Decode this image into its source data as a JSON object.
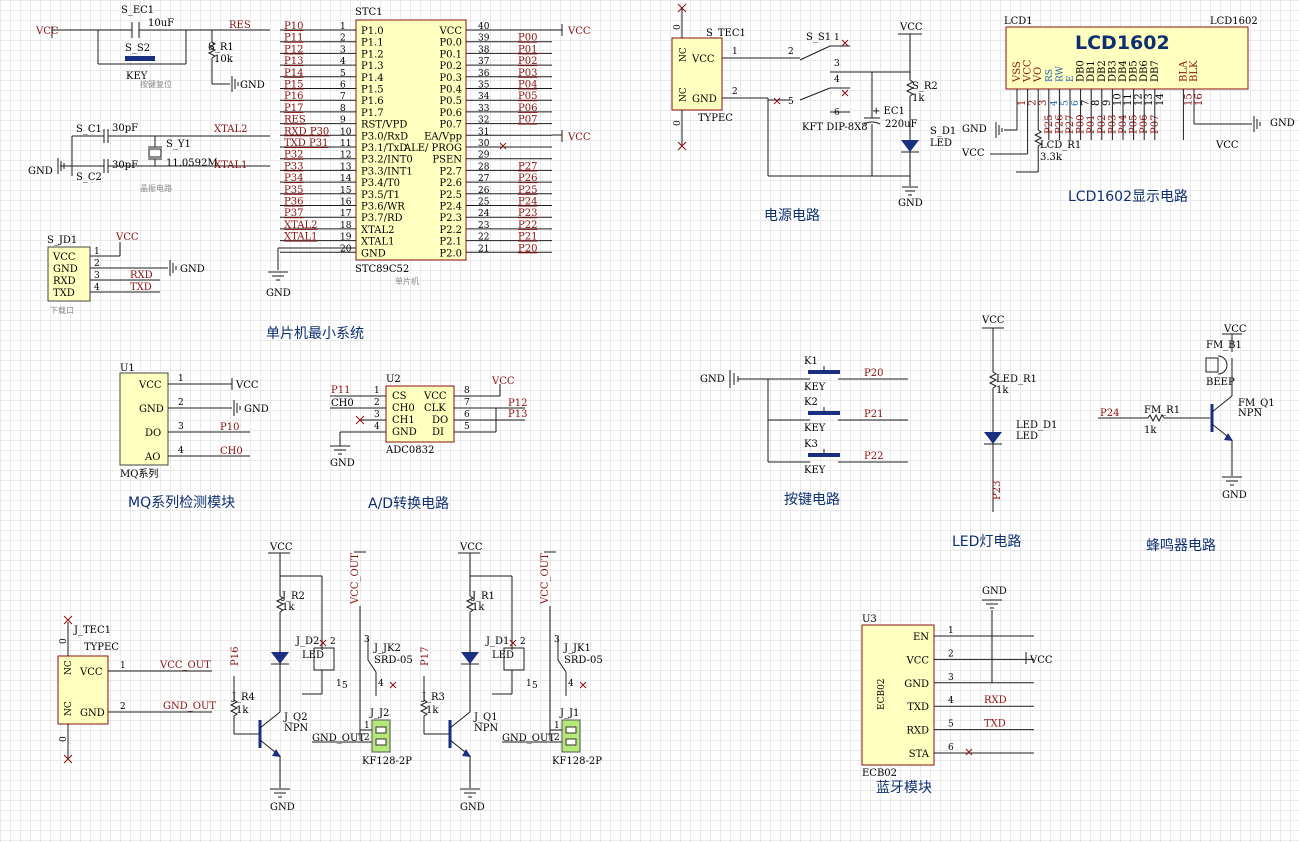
{
  "titles": {
    "mcu": "单片机最小系统",
    "power": "电源电路",
    "lcd": "LCD1602显示电路",
    "mq": "MQ系列检测模块",
    "adc": "A/D转换电路",
    "key": "按键电路",
    "led": "LED灯电路",
    "buzzer": "蜂鸣器电路",
    "bt": "蓝牙模块"
  },
  "reset": {
    "vcc": "VCC",
    "ec1": "S_EC1",
    "ec1_val": "10uF",
    "s2": "S_S2",
    "key": "KEY",
    "res": "RES",
    "r1": "S_R1",
    "r1_val": "10k",
    "gnd": "GND",
    "note": "按键复位"
  },
  "crystal": {
    "c1": "S_C1",
    "c1_val": "30pF",
    "c2": "S_C2",
    "c2_val": "30pF",
    "y1": "S_Y1",
    "y1_val": "11.0592M",
    "xtal2": "XTAL2",
    "xtal1": "XTAL1",
    "gnd": "GND",
    "note": "晶振电路"
  },
  "download": {
    "ref": "S_JD1",
    "pins": [
      "VCC",
      "GND",
      "RXD",
      "TXD"
    ],
    "vcc": "VCC",
    "gnd": "GND",
    "rxd": "RXD",
    "txd": "TXD",
    "note": "下载口"
  },
  "mcu": {
    "ref": "STC1",
    "model": "STC89C52",
    "note": "单片机",
    "gnd": "GND",
    "vcc_top": "VCC",
    "vcc_ea": "VCC",
    "left": [
      {
        "num": "1",
        "name": "P1.0",
        "net": "P10"
      },
      {
        "num": "2",
        "name": "P1.1",
        "net": "P11"
      },
      {
        "num": "3",
        "name": "P1.2",
        "net": "P12"
      },
      {
        "num": "4",
        "name": "P1.3",
        "net": "P13"
      },
      {
        "num": "5",
        "name": "P1.4",
        "net": "P14"
      },
      {
        "num": "6",
        "name": "P1.5",
        "net": "P15"
      },
      {
        "num": "7",
        "name": "P1.6",
        "net": "P16"
      },
      {
        "num": "8",
        "name": "P1.7",
        "net": "P17"
      },
      {
        "num": "9",
        "name": "RST/VPD",
        "net": "RES"
      },
      {
        "num": "10",
        "name": "P3.0/RxD",
        "net": "RXD P30"
      },
      {
        "num": "11",
        "name": "P3.1/TxD",
        "net": "TXD P31"
      },
      {
        "num": "12",
        "name": "P3.2/INT0",
        "net": "P32"
      },
      {
        "num": "13",
        "name": "P3.3/INT1",
        "net": "P33"
      },
      {
        "num": "14",
        "name": "P3.4/T0",
        "net": "P34"
      },
      {
        "num": "15",
        "name": "P3.5/T1",
        "net": "P35"
      },
      {
        "num": "16",
        "name": "P3.6/WR",
        "net": "P36"
      },
      {
        "num": "17",
        "name": "P3.7/RD",
        "net": "P37"
      },
      {
        "num": "18",
        "name": "XTAL2",
        "net": "XTAL2"
      },
      {
        "num": "19",
        "name": "XTAL1",
        "net": "XTAL1"
      },
      {
        "num": "20",
        "name": "GND",
        "net": ""
      }
    ],
    "right": [
      {
        "num": "40",
        "name": "VCC",
        "net": ""
      },
      {
        "num": "39",
        "name": "P0.0",
        "net": "P00"
      },
      {
        "num": "38",
        "name": "P0.1",
        "net": "P01"
      },
      {
        "num": "37",
        "name": "P0.2",
        "net": "P02"
      },
      {
        "num": "36",
        "name": "P0.3",
        "net": "P03"
      },
      {
        "num": "35",
        "name": "P0.4",
        "net": "P04"
      },
      {
        "num": "34",
        "name": "P0.5",
        "net": "P05"
      },
      {
        "num": "33",
        "name": "P0.6",
        "net": "P06"
      },
      {
        "num": "32",
        "name": "P0.7",
        "net": "P07"
      },
      {
        "num": "31",
        "name": "EA/Vpp",
        "net": ""
      },
      {
        "num": "30",
        "name": "ALE/ PROG",
        "net": ""
      },
      {
        "num": "29",
        "name": "PSEN",
        "net": ""
      },
      {
        "num": "28",
        "name": "P2.7",
        "net": "P27"
      },
      {
        "num": "27",
        "name": "P2.6",
        "net": "P26"
      },
      {
        "num": "26",
        "name": "P2.5",
        "net": "P25"
      },
      {
        "num": "25",
        "name": "P2.4",
        "net": "P24"
      },
      {
        "num": "24",
        "name": "P2.3",
        "net": "P23"
      },
      {
        "num": "23",
        "name": "P2.2",
        "net": "P22"
      },
      {
        "num": "22",
        "name": "P2.1",
        "net": "P21"
      },
      {
        "num": "21",
        "name": "P2.0",
        "net": "P20"
      }
    ]
  },
  "power": {
    "ref": "S_TEC1",
    "vcc": "VCC",
    "gnd": "GND",
    "type": "TYPEC",
    "nc": "NC",
    "vcc_out": "VCC",
    "s1": "S_S1",
    "s1_val": "KFT DIP-8X8",
    "ec1": "+ EC1",
    "ec1_val": "220uF",
    "r2": "S_R2",
    "r2_val": "1k",
    "d1": "S_D1",
    "d1_val": "LED",
    "gnd_out": "GND"
  },
  "lcd": {
    "ref": "LCD1",
    "model_small": "LCD1602",
    "title": "LCD1602",
    "gnd": "GND",
    "vcc": "VCC",
    "gnd2": "GND",
    "vcc2": "VCC",
    "r1": "LCD_R1",
    "r1_val": "3.3k",
    "pins": [
      {
        "name": "VSS",
        "num": "1",
        "net": ""
      },
      {
        "name": "VCC",
        "num": "2",
        "net": ""
      },
      {
        "name": "VO",
        "num": "3",
        "net": ""
      },
      {
        "name": "RS",
        "num": "4",
        "net": "P25"
      },
      {
        "name": "RW",
        "num": "5",
        "net": "P26"
      },
      {
        "name": "E",
        "num": "6",
        "net": "P27"
      },
      {
        "name": "DB0",
        "num": "7",
        "net": "P00"
      },
      {
        "name": "DB1",
        "num": "8",
        "net": "P01"
      },
      {
        "name": "DB2",
        "num": "9",
        "net": "P02"
      },
      {
        "name": "DB3",
        "num": "10",
        "net": "P03"
      },
      {
        "name": "DB4",
        "num": "11",
        "net": "P04"
      },
      {
        "name": "DB5",
        "num": "12",
        "net": "P05"
      },
      {
        "name": "DB6",
        "num": "13",
        "net": "P06"
      },
      {
        "name": "DB7",
        "num": "14",
        "net": "P07"
      },
      {
        "name": "BLA",
        "num": "15",
        "net": ""
      },
      {
        "name": "BLK",
        "num": "16",
        "net": ""
      }
    ]
  },
  "mq": {
    "ref": "U1",
    "pins": [
      "VCC",
      "GND",
      "DO",
      "AO"
    ],
    "vcc": "VCC",
    "gnd": "GND",
    "p10": "P10",
    "ch0": "CH0",
    "series": "MQ系列"
  },
  "adc": {
    "ref": "U2",
    "model": "ADC0832",
    "left": [
      "CS",
      "CH0",
      "CH1",
      "GND"
    ],
    "right": [
      "VCC",
      "CLK",
      "DO",
      "DI"
    ],
    "p11": "P11",
    "ch0": "CH0",
    "vcc": "VCC",
    "p12": "P12",
    "p13": "P13",
    "gnd": "GND"
  },
  "keys": {
    "gnd": "GND",
    "items": [
      {
        "ref": "K1",
        "label": "KEY",
        "net": "P20"
      },
      {
        "ref": "K2",
        "label": "KEY",
        "net": "P21"
      },
      {
        "ref": "K3",
        "label": "KEY",
        "net": "P22"
      }
    ]
  },
  "led": {
    "vcc": "VCC",
    "r1": "LED_R1",
    "r1_val": "1k",
    "d1": "LED_D1",
    "d1_val": "LED",
    "p23": "P23"
  },
  "buzzer": {
    "vcc": "VCC",
    "b1": "FM_B1",
    "beep": "BEEP",
    "p24": "P24",
    "r1": "FM_R1",
    "r1_val": "1k",
    "q1": "FM_Q1",
    "q1_type": "NPN",
    "gnd": "GND"
  },
  "relay_power": {
    "ref": "J_TEC1",
    "type": "TYPEC",
    "vcc": "VCC",
    "gnd": "GND",
    "nc": "NC",
    "vcc_out": "VCC_OUT",
    "gnd_out": "GND_OUT"
  },
  "relays": [
    {
      "vcc": "VCC",
      "r_ref": "J_R2",
      "r_val": "1k",
      "d_ref": "J_D2",
      "d_val": "LED",
      "ctrl": "P16",
      "rb_ref": "J_R4",
      "rb_val": "1k",
      "q_ref": "J_Q2",
      "q_type": "NPN",
      "vcc_out": "VCC_OUT",
      "jk_ref": "J_JK2",
      "jk_val": "SRD-05",
      "gnd_out": "GND_OUT",
      "j_ref": "J_J2",
      "j_val": "KF128-2P",
      "gnd": "GND"
    },
    {
      "vcc": "VCC",
      "r_ref": "J_R1",
      "r_val": "1k",
      "d_ref": "J_D1",
      "d_val": "LED",
      "ctrl": "P17",
      "rb_ref": "J_R3",
      "rb_val": "1k",
      "q_ref": "J_Q1",
      "q_type": "NPN",
      "vcc_out": "VCC_OUT",
      "jk_ref": "J_JK1",
      "jk_val": "SRD-05",
      "gnd_out": "GND_OUT",
      "j_ref": "J_J1",
      "j_val": "KF128-2P",
      "gnd": "GND"
    }
  ],
  "bt": {
    "ref": "U3",
    "model": "ECB02",
    "gnd": "GND",
    "vcc": "VCC",
    "pins": [
      {
        "name": "EN",
        "num": "1",
        "net": ""
      },
      {
        "name": "VCC",
        "num": "2",
        "net": ""
      },
      {
        "name": "GND",
        "num": "3",
        "net": ""
      },
      {
        "name": "TXD",
        "num": "4",
        "net": "RXD"
      },
      {
        "name": "RXD",
        "num": "5",
        "net": "TXD"
      },
      {
        "name": "STA",
        "num": "6",
        "net": ""
      }
    ]
  }
}
